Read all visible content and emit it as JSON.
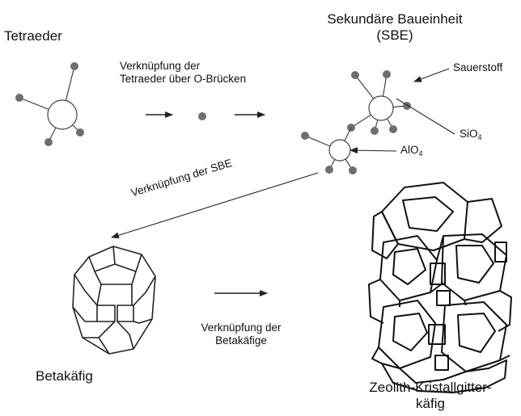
{
  "labels": {
    "tetraeder": "Tetraeder",
    "sbe_line1": "Sekundäre Baueinheit",
    "sbe_line2": "(SBE)",
    "verk_tetra_line1": "Verknüpfung der",
    "verk_tetra_line2": "Tetraeder über O-Brücken",
    "sauerstoff": "Sauerstoff",
    "sio4_main": "SiO",
    "sio4_sub": "4",
    "alo4_main": "AlO",
    "alo4_sub": "4",
    "verk_sbe": "Verknüpfung der SBE",
    "betakaefig": "Betakäfig",
    "verk_beta_line1": "Verknüpfung der",
    "verk_beta_line2": "Betakäfige",
    "zeolith_line1": "Zeolith-Kristallgitter-",
    "zeolith_line2": "käfig"
  },
  "colors": {
    "atom_fill": "#6e6e6e",
    "line": "#333333",
    "text": "#111111"
  }
}
